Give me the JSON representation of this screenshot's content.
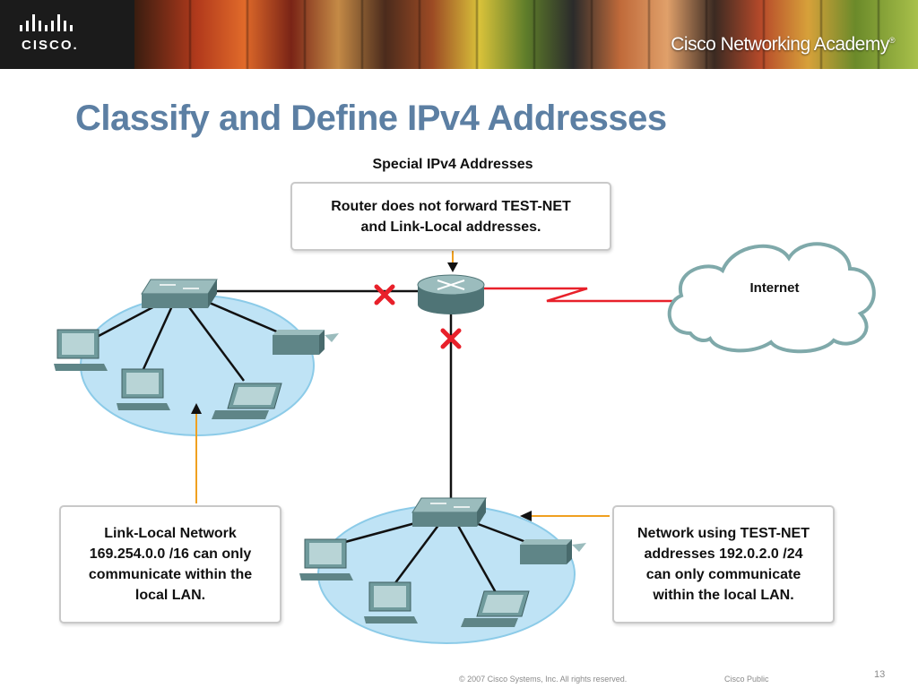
{
  "header": {
    "logo_word": "CISCO.",
    "academy": "Cisco Networking Academy"
  },
  "slide": {
    "title": "Classify and Define IPv4 Addresses"
  },
  "diagram": {
    "caption": "Special IPv4 Addresses",
    "internet_label": "Internet",
    "callouts": {
      "router": [
        "Router does not forward TEST-NET",
        "and Link-Local addresses."
      ],
      "link_local": [
        "Link-Local Network",
        "169.254.0.0 /16 can only",
        "communicate within the",
        "local LAN."
      ],
      "test_net": [
        "Network using TEST-NET",
        "addresses 192.0.2.0 /24",
        "can only communicate",
        "within the local LAN."
      ]
    },
    "colors": {
      "lan_fill": "#bfe3f5",
      "lan_stroke": "#8ccbe8",
      "device": "#6f9a9c",
      "blocked_mark": "#e8202a",
      "serial_link": "#e8202a",
      "arrow": "#f0a020",
      "cloud_stroke": "#7fa9aa"
    },
    "icons": [
      "switch-icon",
      "router-icon",
      "pc-icon",
      "laptop-icon",
      "printer-icon",
      "cloud-icon",
      "blocked-x-icon"
    ]
  },
  "footer": {
    "copyright": "© 2007 Cisco Systems, Inc. All rights reserved.",
    "classification": "Cisco Public",
    "page_number": "13"
  }
}
